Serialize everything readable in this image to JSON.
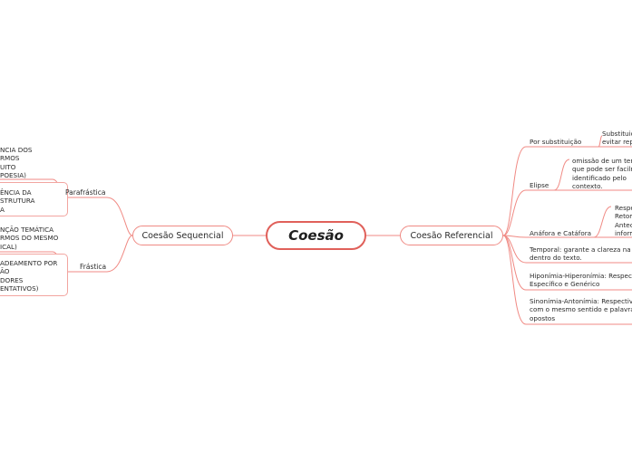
{
  "central": "Coesão",
  "left": {
    "sequencial": "Coesão Sequencial",
    "parafrastica": "Parafrástica",
    "frastica": "Frástica",
    "texts": {
      "p1": [
        "NCIA DOS",
        "RMOS",
        "UITO",
        "POESIA)"
      ],
      "p2": [
        "ÊNCIA DA",
        "STRUTURA",
        "A"
      ],
      "f1": [
        "NÇÃO TEMÁTICA",
        "RMOS DO MESMO",
        "ICAL)"
      ],
      "f2": [
        "ADEAMENTO POR",
        "ÃO",
        "DORES",
        "ENTATIVOS)"
      ]
    }
  },
  "right": {
    "referencial": "Coesão Referencial",
    "substituicao": "Por substituição",
    "substituicao_text": [
      "Substituiç",
      "evitar rep"
    ],
    "elipse": "Elipse",
    "elipse_text": [
      "omissão de um term",
      "que pode ser facilm",
      "identificado pelo",
      "contexto."
    ],
    "anafora": "Anáfora e Catáfora",
    "anafora_text": [
      "Respe",
      "Retom",
      "Antec",
      "inform"
    ],
    "temporal": [
      "Temporal: garante a clareza na r",
      "dentro do texto."
    ],
    "hiponimia": [
      "Hiponímia-Hiperonímia: Respecti",
      "Específico e Genérico"
    ],
    "sinonimia": [
      "Sinonímia-Antonímia: Respectiva",
      "com o mesmo sentido e palavras",
      "opostos"
    ]
  }
}
